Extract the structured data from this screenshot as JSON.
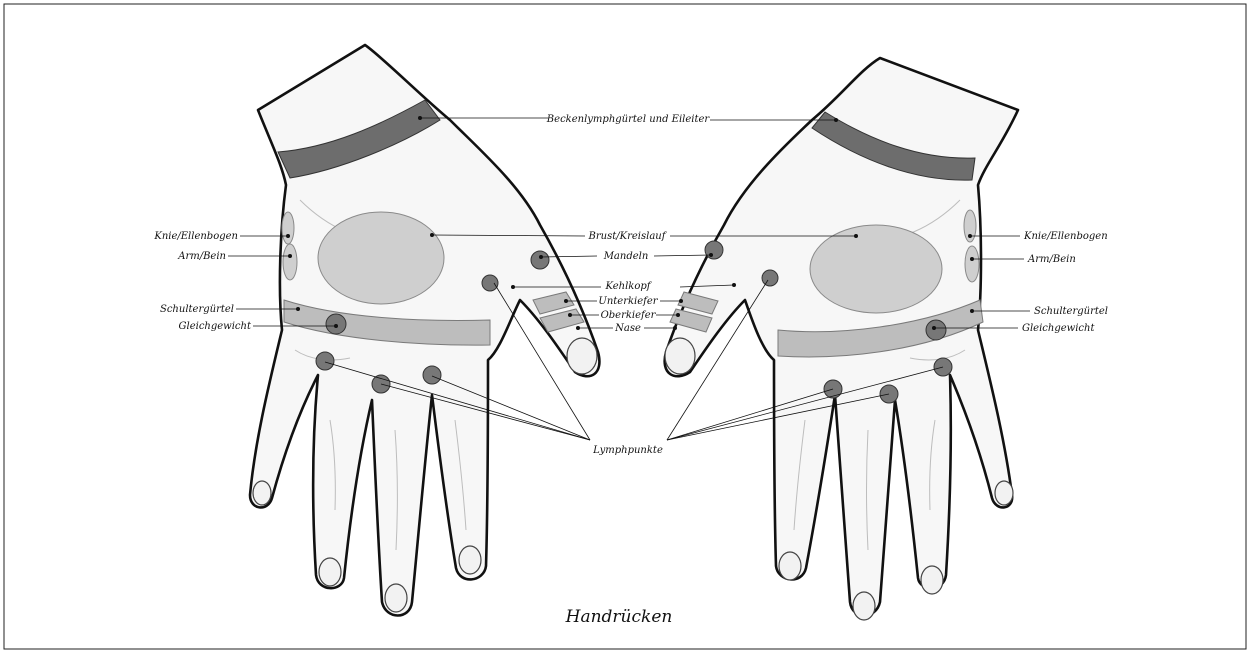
{
  "diagram": {
    "caption": "Handrücken",
    "labels": {
      "pelvic": "Beckenlymphgürtel und Eileiter",
      "chest": "Brust/Kreislauf",
      "tonsils": "Mandeln",
      "larynx": "Kehlkopf",
      "lower_jaw": "Unterkiefer",
      "upper_jaw": "Oberkiefer",
      "nose": "Nase",
      "lymph": "Lymphpunkte",
      "left_knee": "Knie/Ellenbogen",
      "left_arm": "Arm/Bein",
      "left_shoulder": "Schultergürtel",
      "left_balance": "Gleichgewicht",
      "right_knee": "Knie/Ellenbogen",
      "right_arm": "Arm/Bein",
      "right_shoulder": "Schultergürtel",
      "right_balance": "Gleichgewicht"
    }
  }
}
